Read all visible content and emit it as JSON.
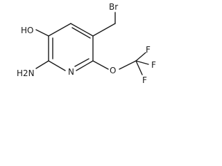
{
  "molecule": {
    "atoms": {
      "br": "Br",
      "oh": "HO",
      "nh2": "H2N",
      "n": "N",
      "o": "O",
      "f1": "F",
      "f2": "F",
      "f3": "F"
    }
  }
}
